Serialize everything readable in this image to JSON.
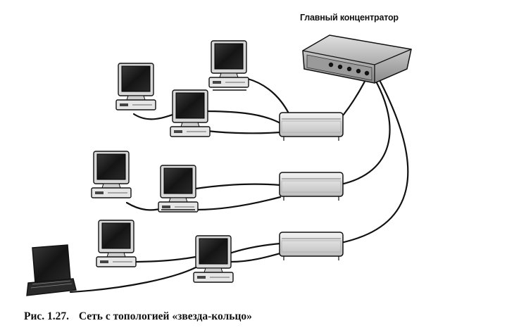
{
  "diagram": {
    "hub_label": "Главный концентратор",
    "caption_number": "Рис. 1.27.",
    "caption_text": "Сеть с топологией «звезда-кольцо»"
  }
}
